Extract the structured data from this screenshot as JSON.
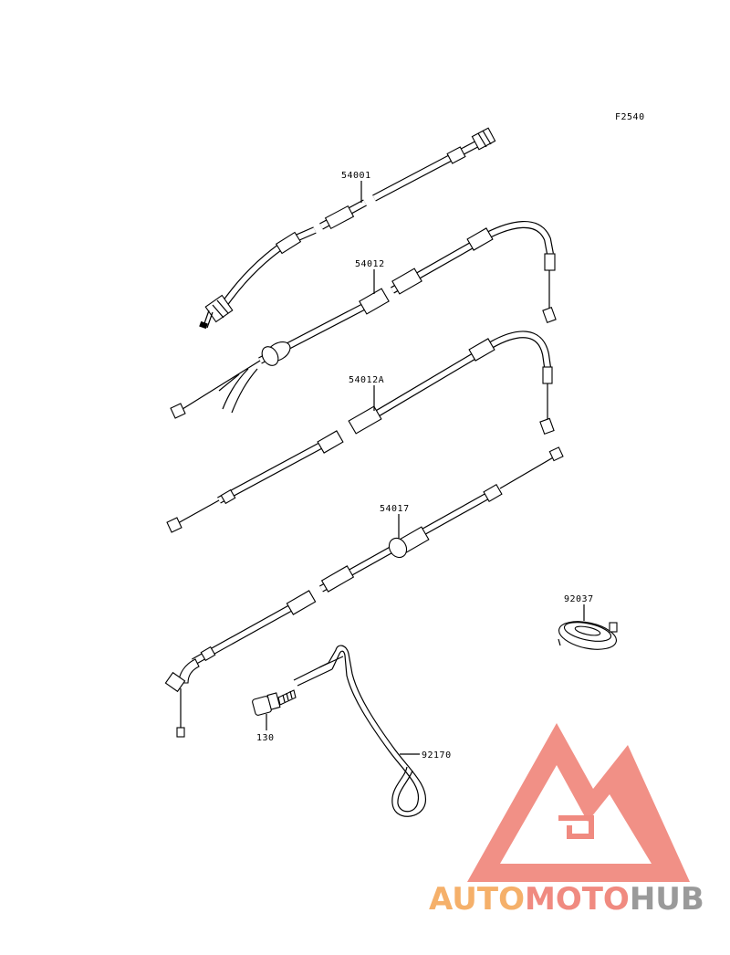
{
  "figure_code": "F2540",
  "parts": [
    {
      "id": "p54001",
      "number": "54001"
    },
    {
      "id": "p54012",
      "number": "54012"
    },
    {
      "id": "p54012a",
      "number": "54012A"
    },
    {
      "id": "p54017",
      "number": "54017"
    },
    {
      "id": "p92037",
      "number": "92037"
    },
    {
      "id": "p130",
      "number": "130"
    },
    {
      "id": "p92170",
      "number": "92170"
    }
  ],
  "watermark": {
    "part1": "AUTO",
    "part2": "MOTO",
    "part3": "HUB",
    "color_orange": "#f5b06a",
    "color_red": "#f08a80",
    "color_gray": "#9a9a9a"
  }
}
